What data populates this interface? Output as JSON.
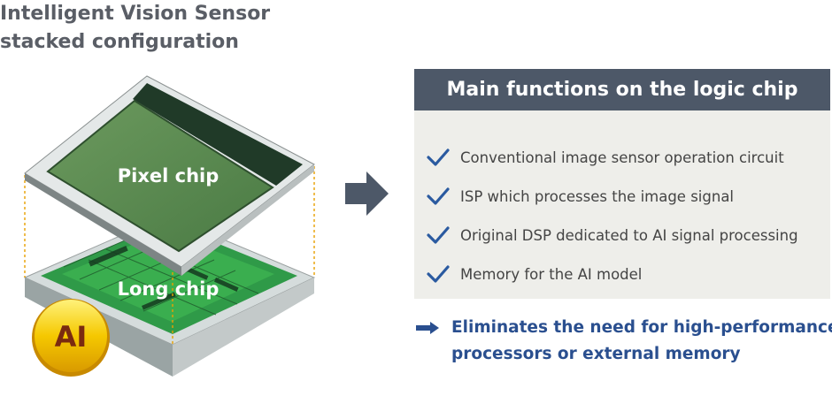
{
  "title": {
    "line1": "Intelligent Vision Sensor",
    "line2": "stacked configuration"
  },
  "diagram": {
    "pixel_chip_label": "Pixel chip",
    "long_chip_label": "Long chip",
    "ai_badge": "AI"
  },
  "panel": {
    "header": "Main functions on the logic chip",
    "items": [
      {
        "label": "Conventional image sensor operation circuit"
      },
      {
        "label": "ISP which processes the image signal"
      },
      {
        "label": "Original DSP dedicated to AI signal processing"
      },
      {
        "label": "Memory for the AI model"
      }
    ]
  },
  "result": {
    "line1": "Eliminates the need for high-performance",
    "line2": "processors or external memory"
  },
  "colors": {
    "panel_header": "#4d5868",
    "panel_bg": "#eeeeea",
    "check": "#2a5aa0",
    "result_text": "#2a4f8f",
    "pixel_chip": "#5a8a52",
    "long_chip": "#3cab4a",
    "ai_badge": "#f2c300"
  }
}
